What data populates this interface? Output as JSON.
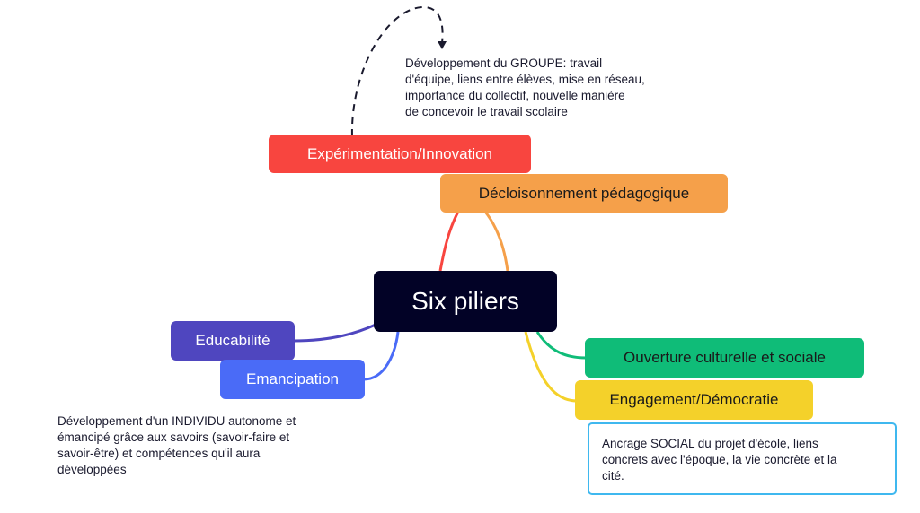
{
  "mindmap": {
    "center": {
      "label": "Six piliers",
      "color": "#020226",
      "text_color": "#ffffff"
    },
    "branches": [
      {
        "id": "experimentation",
        "label": "Expérimentation/Innovation",
        "color": "#f8453f",
        "text_color": "#ffffff"
      },
      {
        "id": "decloisonnement",
        "label": "Décloisonnement pédagogique",
        "color": "#f5a04a",
        "text_color": "#1a1a1a"
      },
      {
        "id": "educabilite",
        "label": "Educabilité",
        "color": "#4f46bf",
        "text_color": "#ffffff"
      },
      {
        "id": "emancipation",
        "label": "Emancipation",
        "color": "#4a6bf7",
        "text_color": "#ffffff"
      },
      {
        "id": "ouverture",
        "label": "Ouverture culturelle et sociale",
        "color": "#0fbc78",
        "text_color": "#1a1a1a"
      },
      {
        "id": "engagement",
        "label": "Engagement/Démocratie",
        "color": "#f4d12a",
        "text_color": "#1a1a1a"
      }
    ],
    "notes": {
      "groupe": [
        "Développement du GROUPE: travail",
        "d'équipe, liens entre élèves, mise en réseau,",
        "importance du collectif, nouvelle manière",
        "de concevoir le travail scolaire"
      ],
      "individu": [
        "Développement d'un INDIVIDU autonome et",
        "émancipé grâce aux savoirs (savoir-faire et",
        "savoir-être) et compétences qu'il aura",
        "développées"
      ],
      "social": [
        "Ancrage SOCIAL du projet d'école, liens",
        "concrets avec l'époque, la vie concrète et la",
        "cité."
      ]
    },
    "social_box_border": "#3fb8ef",
    "arrow_color": "#1a1a2e"
  }
}
